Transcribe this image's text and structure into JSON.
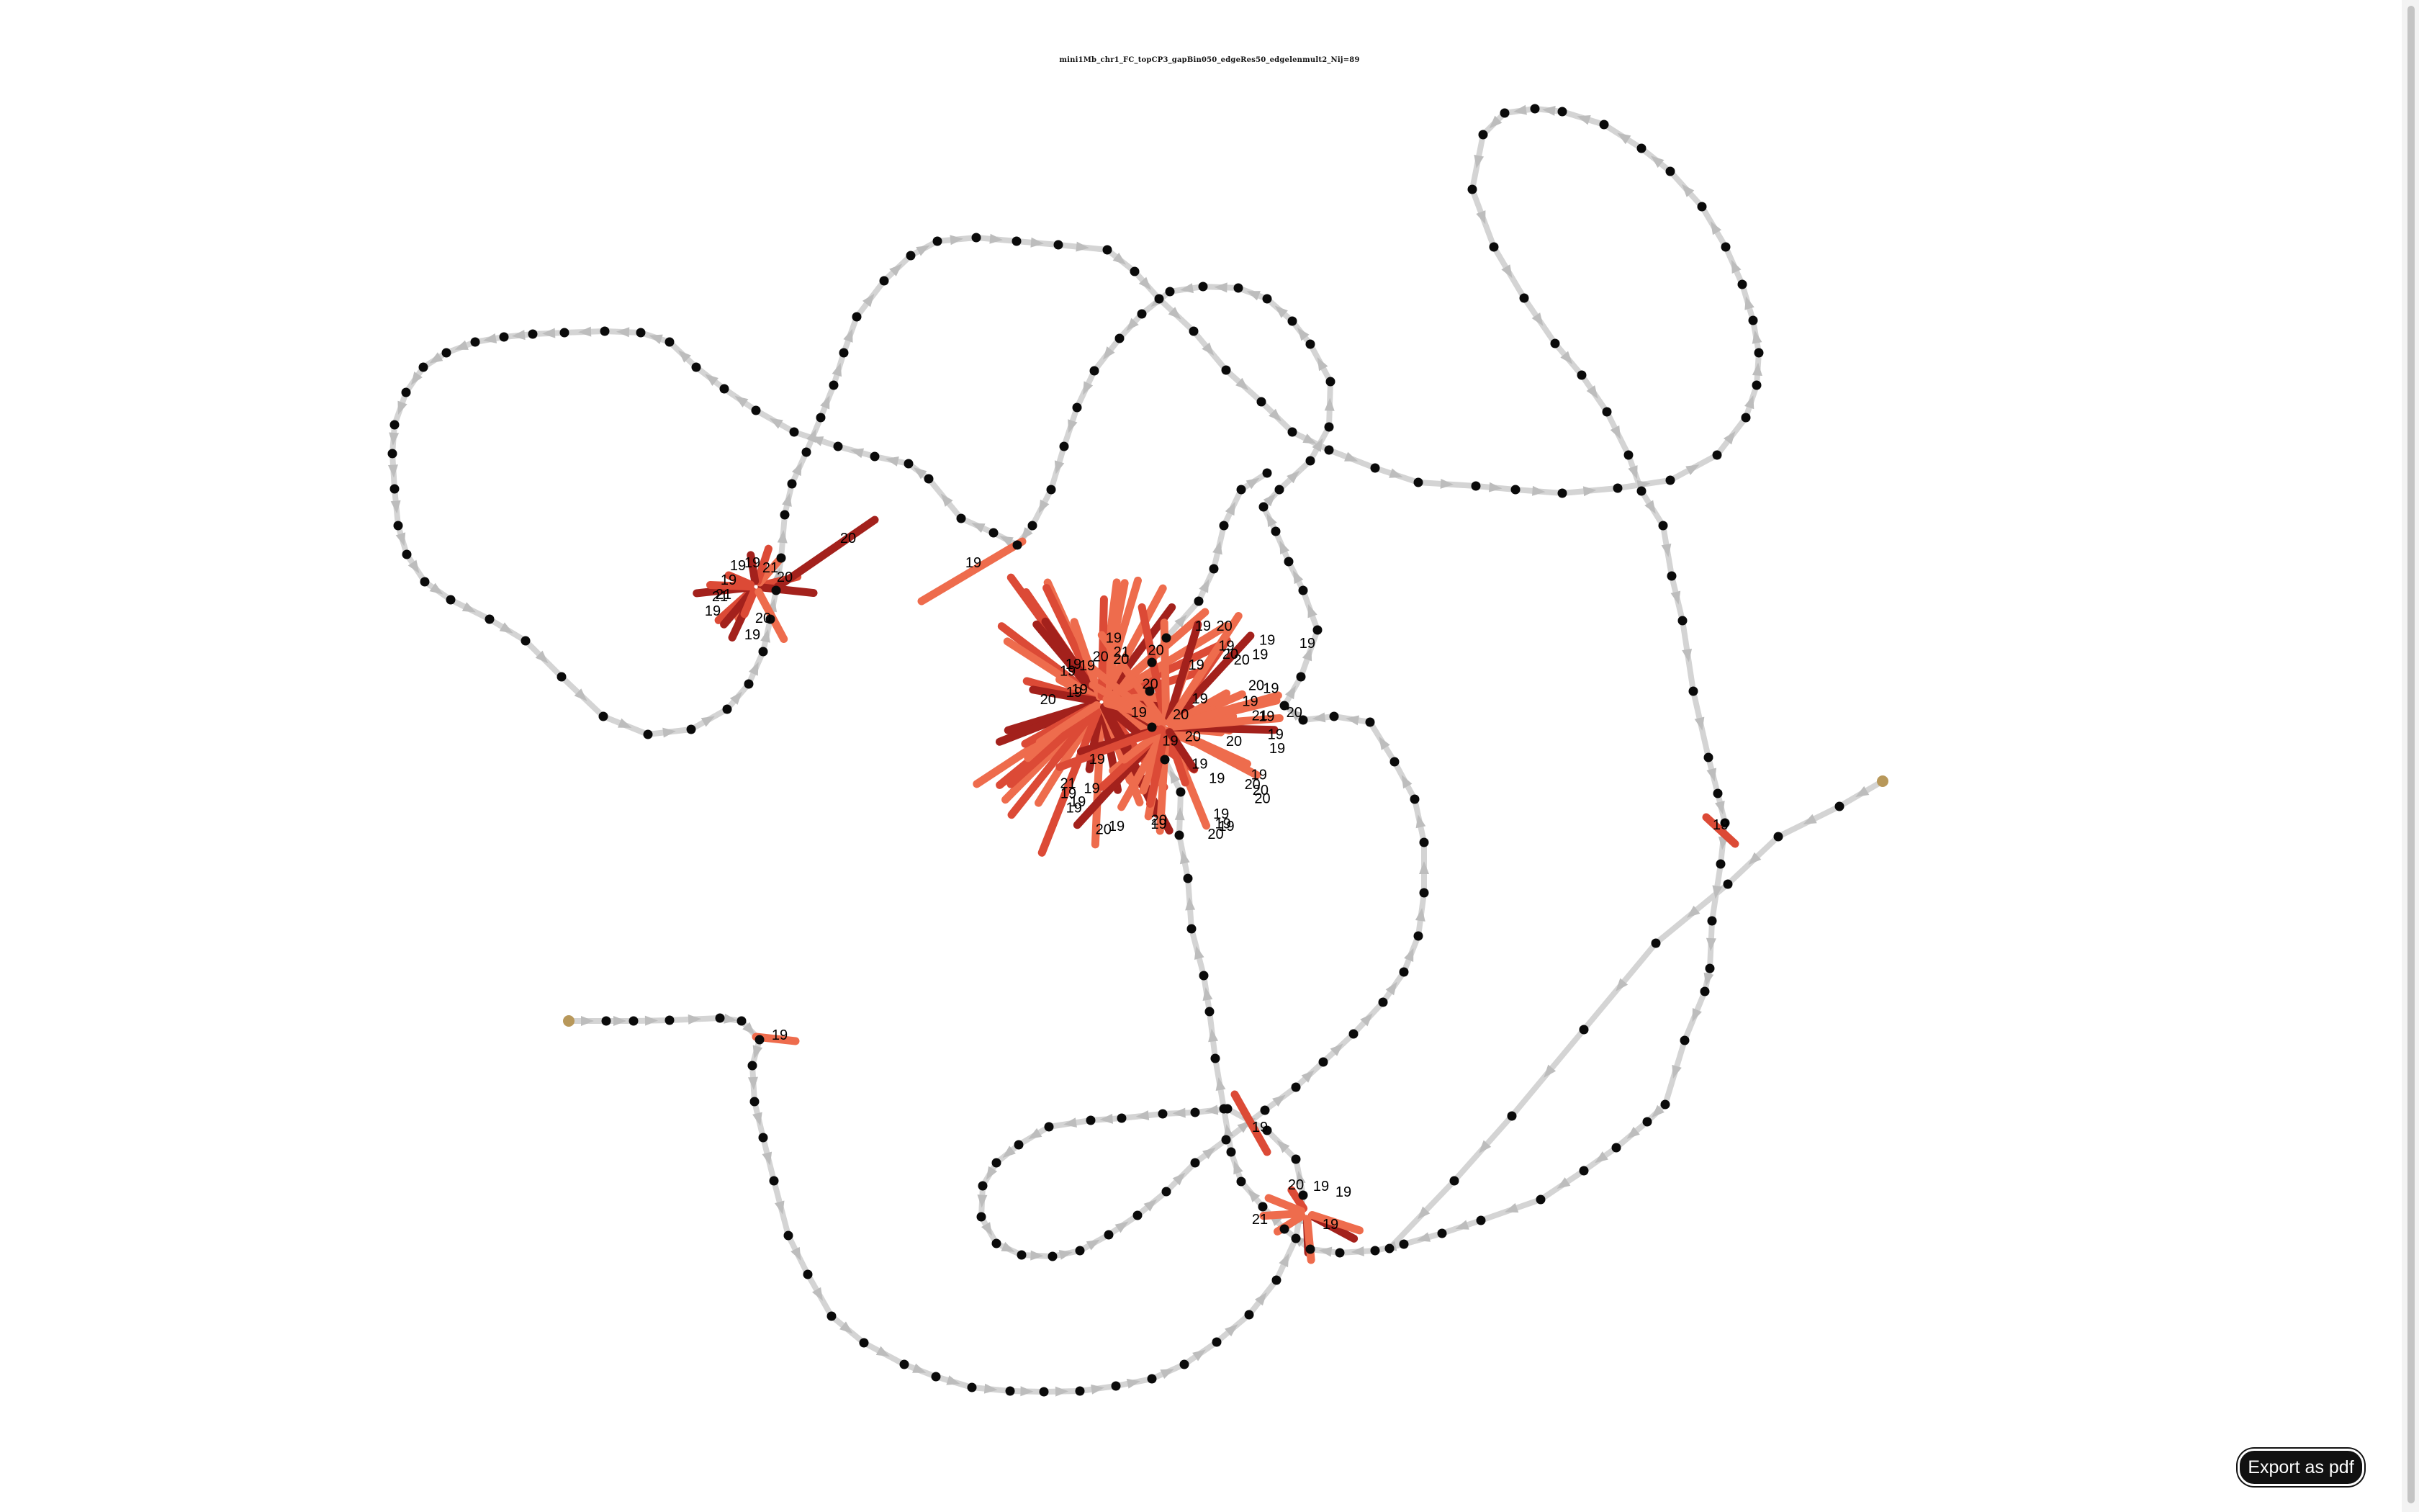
{
  "title": "mini1Mb_chr1_FC_topCP3_gapBin050_edgeRes50_edgelenmult2_Nij=89",
  "export_button_label": "Export as pdf",
  "colors": {
    "background": "#ffffff",
    "backbone_edge": "#d4d4d4",
    "node": "#0a0a0a",
    "terminal_node": "#b8985a",
    "contact_edge_light": "#ee6c4d",
    "contact_edge_mid": "#dc4a36",
    "contact_edge_dark": "#a3211c"
  },
  "contact_labels": {
    "hub_left": [
      "19",
      "19",
      "21",
      "19",
      "21",
      "19",
      "20",
      "19",
      "21",
      "20"
    ],
    "upper_link": [
      "20",
      "19"
    ],
    "hub_center": [
      "19",
      "20",
      "19",
      "19",
      "19",
      "19",
      "20",
      "19",
      "19",
      "20",
      "19",
      "20",
      "19",
      "19",
      "20",
      "20",
      "19",
      "21",
      "19",
      "20",
      "19",
      "20",
      "19",
      "19",
      "20",
      "19",
      "19",
      "20",
      "19",
      "19",
      "19",
      "20",
      "20",
      "19",
      "21",
      "19",
      "20",
      "19",
      "19",
      "20",
      "19",
      "19",
      "20",
      "19",
      "19",
      "20",
      "20",
      "19",
      "21",
      "19",
      "19",
      "20",
      "19",
      "20",
      "19"
    ],
    "left_side": [
      "19"
    ],
    "right_side": [
      "19"
    ],
    "hub_bottom": [
      "19",
      "20",
      "19",
      "19",
      "21",
      "19"
    ]
  }
}
